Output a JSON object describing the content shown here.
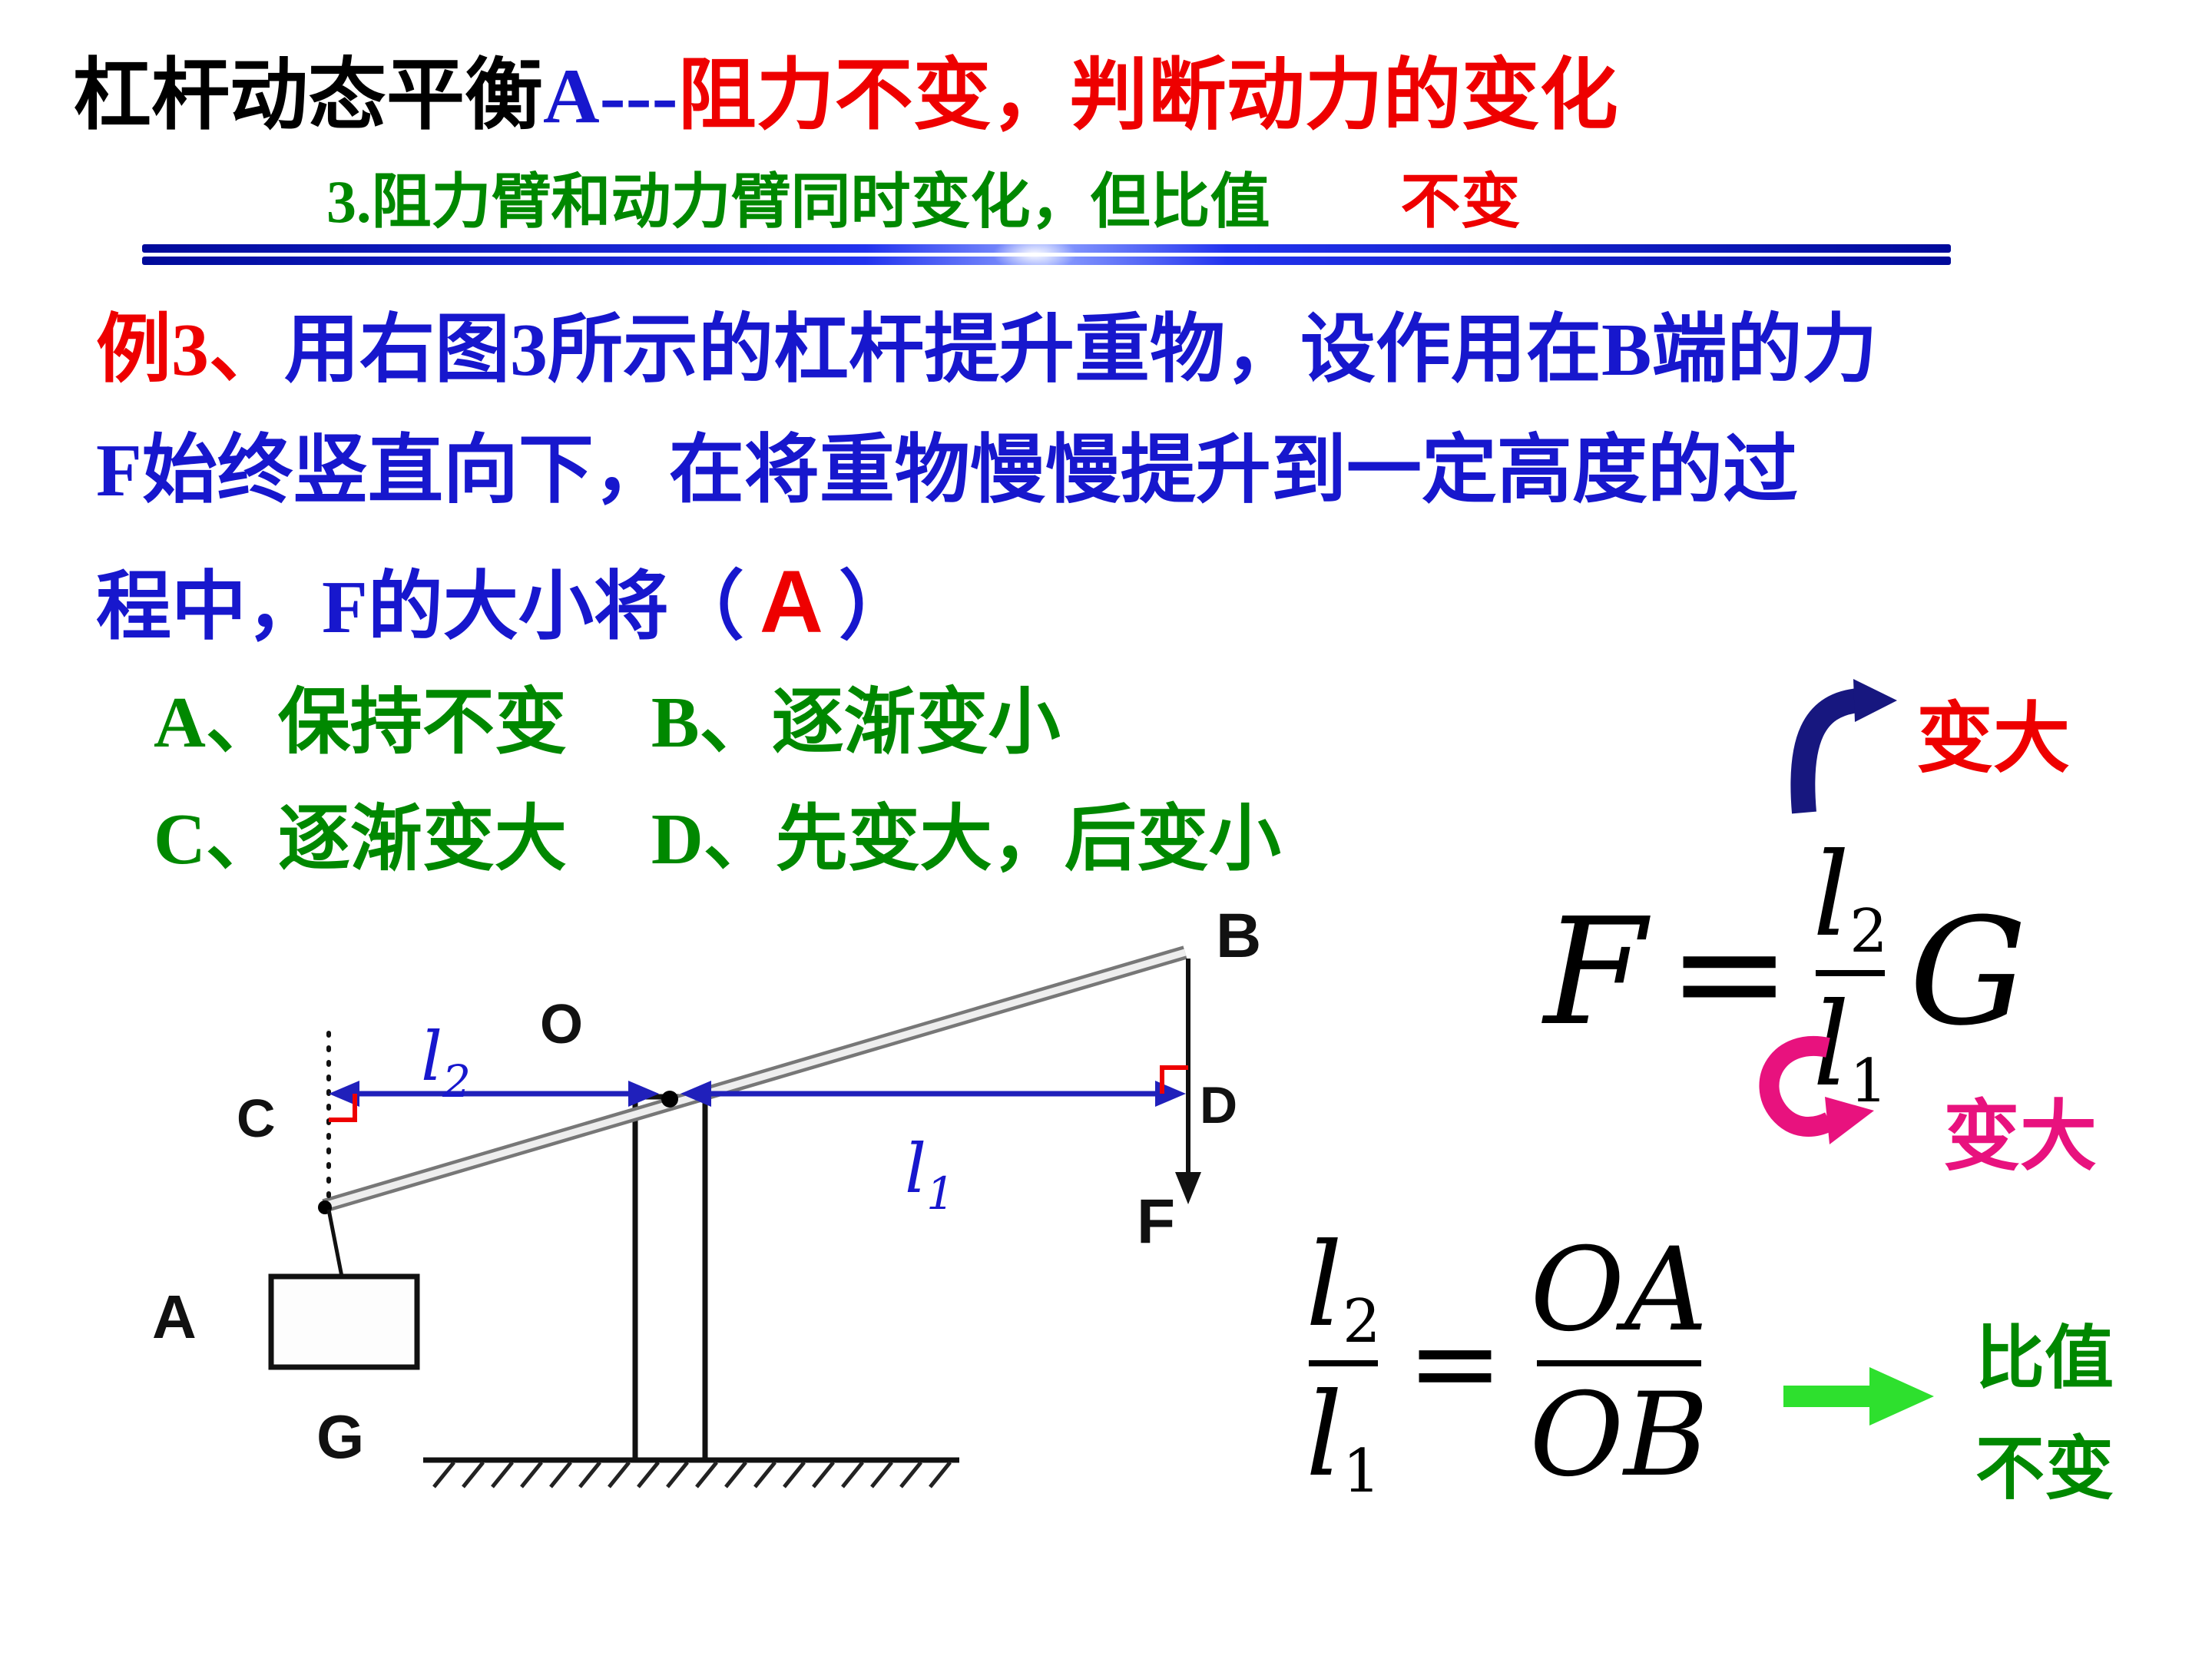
{
  "title": {
    "part_black": "杠杆动态平衡",
    "part_blue": "A---",
    "part_red": "阻力不变，判断动力的变化"
  },
  "subtitle": {
    "part_green": "3.阻力臂和动力臂同时变化，但比值",
    "part_red": "不变"
  },
  "problem": {
    "label": "例3、",
    "line1": "用右图3所示的杠杆提升重物，设作用在B端的力",
    "line2": "F始终竖直向下，在将重物慢慢提升到一定高度的过",
    "line3_pre": "程中，F的大小将（",
    "answer": "A",
    "line3_post": "）"
  },
  "options": {
    "a": "A、保持不变",
    "b": "B、逐渐变小",
    "c": "C、逐渐变大",
    "d": "D、先变大，后变小"
  },
  "diagram": {
    "point_o": "O",
    "point_b": "B",
    "point_c": "C",
    "point_d": "D",
    "force_f": "F",
    "point_a": "A",
    "weight_g": "G",
    "arm_l2": "l",
    "arm_l2_sub": "2",
    "arm_l1": "l",
    "arm_l1_sub": "1"
  },
  "formulas": {
    "f_eq": {
      "lhs": "F",
      "equals": "=",
      "num": "l",
      "num_sub": "2",
      "den": "l",
      "den_sub": "1",
      "factor": "G"
    },
    "ratio_eq": {
      "lnum": "l",
      "lnum_sub": "2",
      "lden": "l",
      "lden_sub": "1",
      "equals": "=",
      "rnum": "OA",
      "rden": "OB"
    },
    "arrow_up_label": "变大",
    "arrow_down_label": "变大",
    "ratio_note_line1": "比值",
    "ratio_note_line2": "不变"
  },
  "colors": {
    "text_blue": "#1717cd",
    "text_red": "#ee0000",
    "text_green": "#008800",
    "pink": "#e8127e",
    "navy_arrow": "#17177f",
    "green_arrow": "#2ee02e",
    "diagram_blue": "#2020bb"
  }
}
